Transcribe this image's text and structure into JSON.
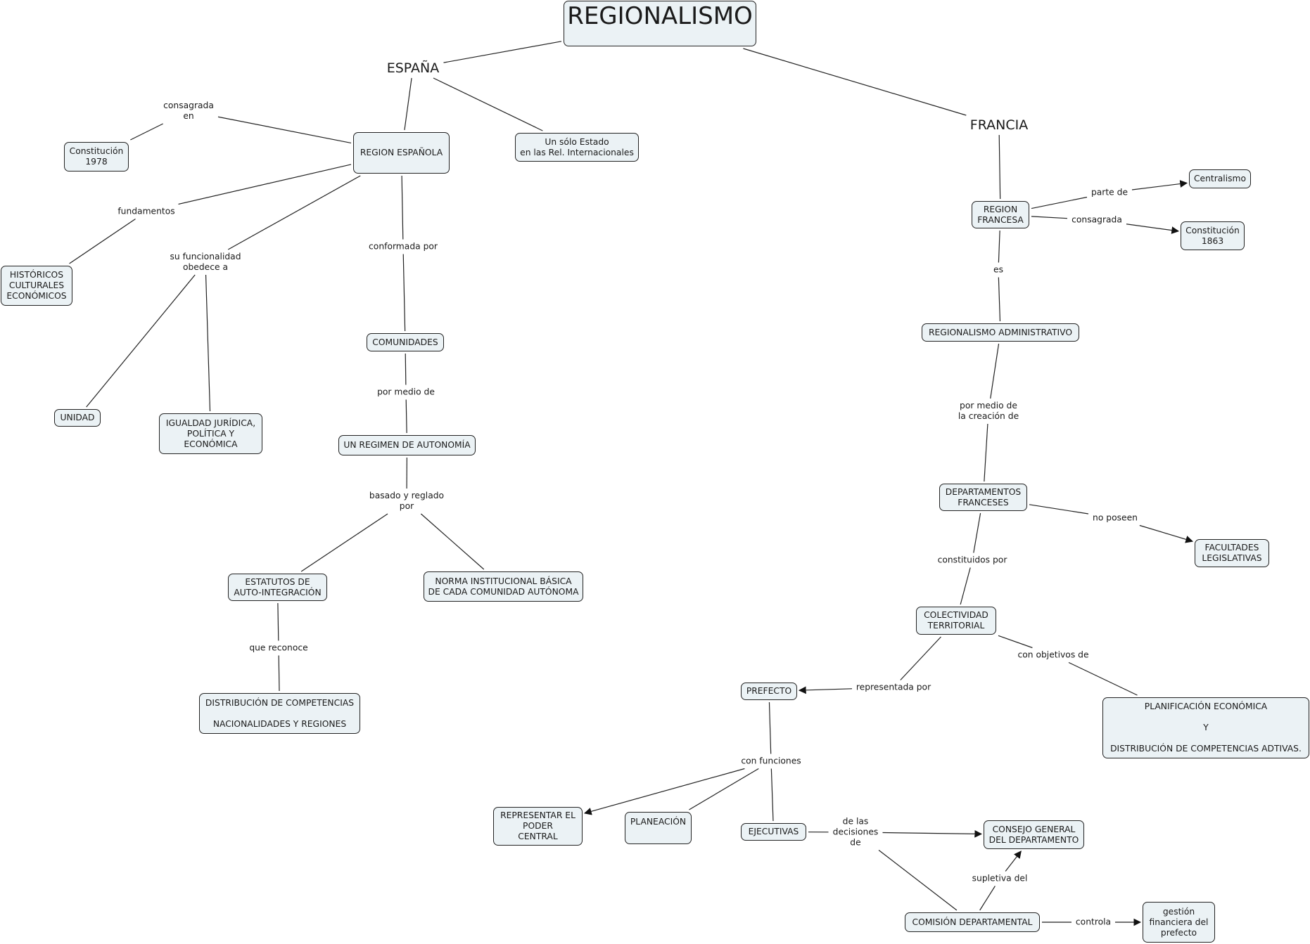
{
  "title": "REGIONALISMO",
  "colors": {
    "node_fill": "#ebf2f5",
    "node_border": "#222222",
    "line": "#222222",
    "background": "#ffffff"
  },
  "concepts": {
    "regionalismo": "REGIONALISMO",
    "espana": "ESPAÑA",
    "francia": "FRANCIA",
    "region_espanola": "REGION ESPAÑOLA",
    "constitucion_1978": "Constitución\n1978",
    "un_solo_estado": "Un sólo Estado\nen las Rel. Internacionales",
    "historicos": "HISTÓRICOS\nCULTURALES\nECONÓMICOS",
    "unidad": "UNIDAD",
    "igualdad": "IGUALDAD JURÍDICA,\nPOLÍTICA Y\nECONÓMICA",
    "comunidades": "COMUNIDADES",
    "regimen_autonomia": "UN REGIMEN DE AUTONOMÍA",
    "estatutos": "ESTATUTOS DE\nAUTO-INTEGRACIÓN",
    "norma_institucional": "NORMA INSTITUCIONAL BÁSICA\nDE CADA COMUNIDAD AUTÓNOMA",
    "distribucion_competencias": "DISTRIBUCIÓN DE COMPETENCIAS\n\nNACIONALIDADES Y REGIONES",
    "region_francesa": "REGION\nFRANCESA",
    "centralismo": "Centralismo",
    "constitucion_1863": "Constitución\n1863",
    "regionalismo_administrativo": "REGIONALISMO ADMINISTRATIVO",
    "departamentos": "DEPARTAMENTOS\nFRANCESES",
    "facultades": "FACULTADES\nLEGISLATIVAS",
    "colectividad": "COLECTIVIDAD\nTERRITORIAL",
    "prefecto": "PREFECTO",
    "planificacion": "PLANIFICACIÓN ECONÓMICA\n\nY\n\nDISTRIBUCIÓN DE COMPETENCIAS ADTIVAS.",
    "representar": "REPRESENTAR EL\nPODER\nCENTRAL",
    "planeacion": "PLANEACIÓN",
    "ejecutivas": "EJECUTIVAS",
    "consejo": "CONSEJO GENERAL\nDEL DEPARTAMENTO",
    "comision": "COMISIÓN DEPARTAMENTAL",
    "gestion": "gestión\nfinanciera del\nprefecto"
  },
  "linking_phrases": {
    "consagrada_en": "consagrada\nen",
    "fundamentos": "fundamentos",
    "su_funcionalidad": "su funcionalidad\nobedece a",
    "conformada_por": "conformada por",
    "por_medio_de": "por medio de",
    "basado_reglado": "basado y reglado\npor",
    "que_reconoce": "que reconoce",
    "parte_de": "parte de",
    "consagrada": "consagrada",
    "es": "es",
    "por_medio_creacion": "por medio de\nla creación de",
    "no_poseen": "no poseen",
    "constituidos_por": "constituidos por",
    "representada_por": "representada por",
    "con_objetivos": "con objetivos de",
    "con_funciones": "con funciones",
    "de_las_decisiones": "de las\ndecisiones\nde",
    "supletiva_del": "supletiva del",
    "controla": "controla"
  },
  "connections": [
    {
      "from": "regionalismo",
      "to": "espana",
      "arrow": false
    },
    {
      "from": "regionalismo",
      "to": "francia",
      "arrow": false
    },
    {
      "from": "espana",
      "to": "region_espanola",
      "arrow": false
    },
    {
      "from": "espana",
      "to": "un_solo_estado",
      "arrow": false
    },
    {
      "from": "region_espanola",
      "via": "consagrada_en",
      "to": "constitucion_1978",
      "arrow": false
    },
    {
      "from": "region_espanola",
      "via": "fundamentos",
      "to": "historicos",
      "arrow": false
    },
    {
      "from": "region_espanola",
      "via": "su_funcionalidad",
      "to": "unidad",
      "arrow": false
    },
    {
      "from": "region_espanola",
      "via": "su_funcionalidad",
      "to": "igualdad",
      "arrow": false
    },
    {
      "from": "region_espanola",
      "via": "conformada_por",
      "to": "comunidades",
      "arrow": false
    },
    {
      "from": "comunidades",
      "via": "por_medio_de",
      "to": "regimen_autonomia",
      "arrow": false
    },
    {
      "from": "regimen_autonomia",
      "via": "basado_reglado",
      "to": "estatutos",
      "arrow": false
    },
    {
      "from": "regimen_autonomia",
      "via": "basado_reglado",
      "to": "norma_institucional",
      "arrow": false
    },
    {
      "from": "estatutos",
      "via": "que_reconoce",
      "to": "distribucion_competencias",
      "arrow": false
    },
    {
      "from": "francia",
      "to": "region_francesa",
      "arrow": false
    },
    {
      "from": "region_francesa",
      "via": "parte_de",
      "to": "centralismo",
      "arrow": true
    },
    {
      "from": "region_francesa",
      "via": "consagrada",
      "to": "constitucion_1863",
      "arrow": true
    },
    {
      "from": "region_francesa",
      "via": "es",
      "to": "regionalismo_administrativo",
      "arrow": false
    },
    {
      "from": "regionalismo_administrativo",
      "via": "por_medio_creacion",
      "to": "departamentos",
      "arrow": false
    },
    {
      "from": "departamentos",
      "via": "no_poseen",
      "to": "facultades",
      "arrow": true
    },
    {
      "from": "departamentos",
      "via": "constituidos_por",
      "to": "colectividad",
      "arrow": false
    },
    {
      "from": "colectividad",
      "via": "representada_por",
      "to": "prefecto",
      "arrow": true
    },
    {
      "from": "colectividad",
      "via": "con_objetivos",
      "to": "planificacion",
      "arrow": false
    },
    {
      "from": "prefecto",
      "via": "con_funciones",
      "to": "representar",
      "arrow": true
    },
    {
      "from": "prefecto",
      "via": "con_funciones",
      "to": "planeacion",
      "arrow": false
    },
    {
      "from": "prefecto",
      "via": "con_funciones",
      "to": "ejecutivas",
      "arrow": false
    },
    {
      "from": "ejecutivas",
      "via": "de_las_decisiones",
      "to": "consejo",
      "arrow": true
    },
    {
      "from": "comision",
      "via": "de_las_decisiones",
      "to": "consejo",
      "arrow": true
    },
    {
      "from": "comision",
      "via": "supletiva_del",
      "to": "consejo",
      "arrow": true
    },
    {
      "from": "comision",
      "via": "controla",
      "to": "gestion",
      "arrow": true
    }
  ]
}
